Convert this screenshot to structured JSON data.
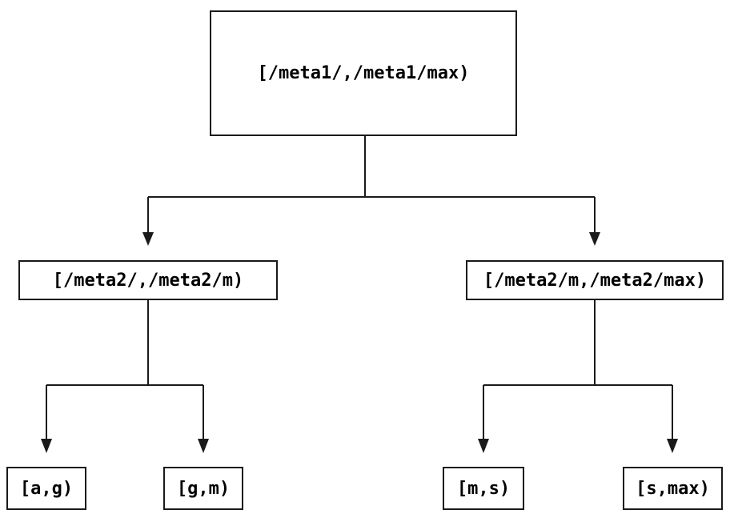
{
  "diagram": {
    "type": "tree",
    "colors": {
      "line": "#1a1a1a",
      "box_border": "#1a1a1a",
      "text": "#000000",
      "background": "#ffffff"
    },
    "nodes": {
      "root": {
        "label": "[/meta1/,/meta1/max)",
        "children": [
          "left_child",
          "right_child"
        ]
      },
      "left_child": {
        "label": "[/meta2/,/meta2/m)",
        "children": [
          "leaf_ag",
          "leaf_gm"
        ]
      },
      "right_child": {
        "label": "[/meta2/m,/meta2/max)",
        "children": [
          "leaf_ms",
          "leaf_smax"
        ]
      },
      "leaf_ag": {
        "label": "[a,g)",
        "children": []
      },
      "leaf_gm": {
        "label": "[g,m)",
        "children": []
      },
      "leaf_ms": {
        "label": "[m,s)",
        "children": []
      },
      "leaf_smax": {
        "label": "[s,max)",
        "children": []
      }
    }
  }
}
